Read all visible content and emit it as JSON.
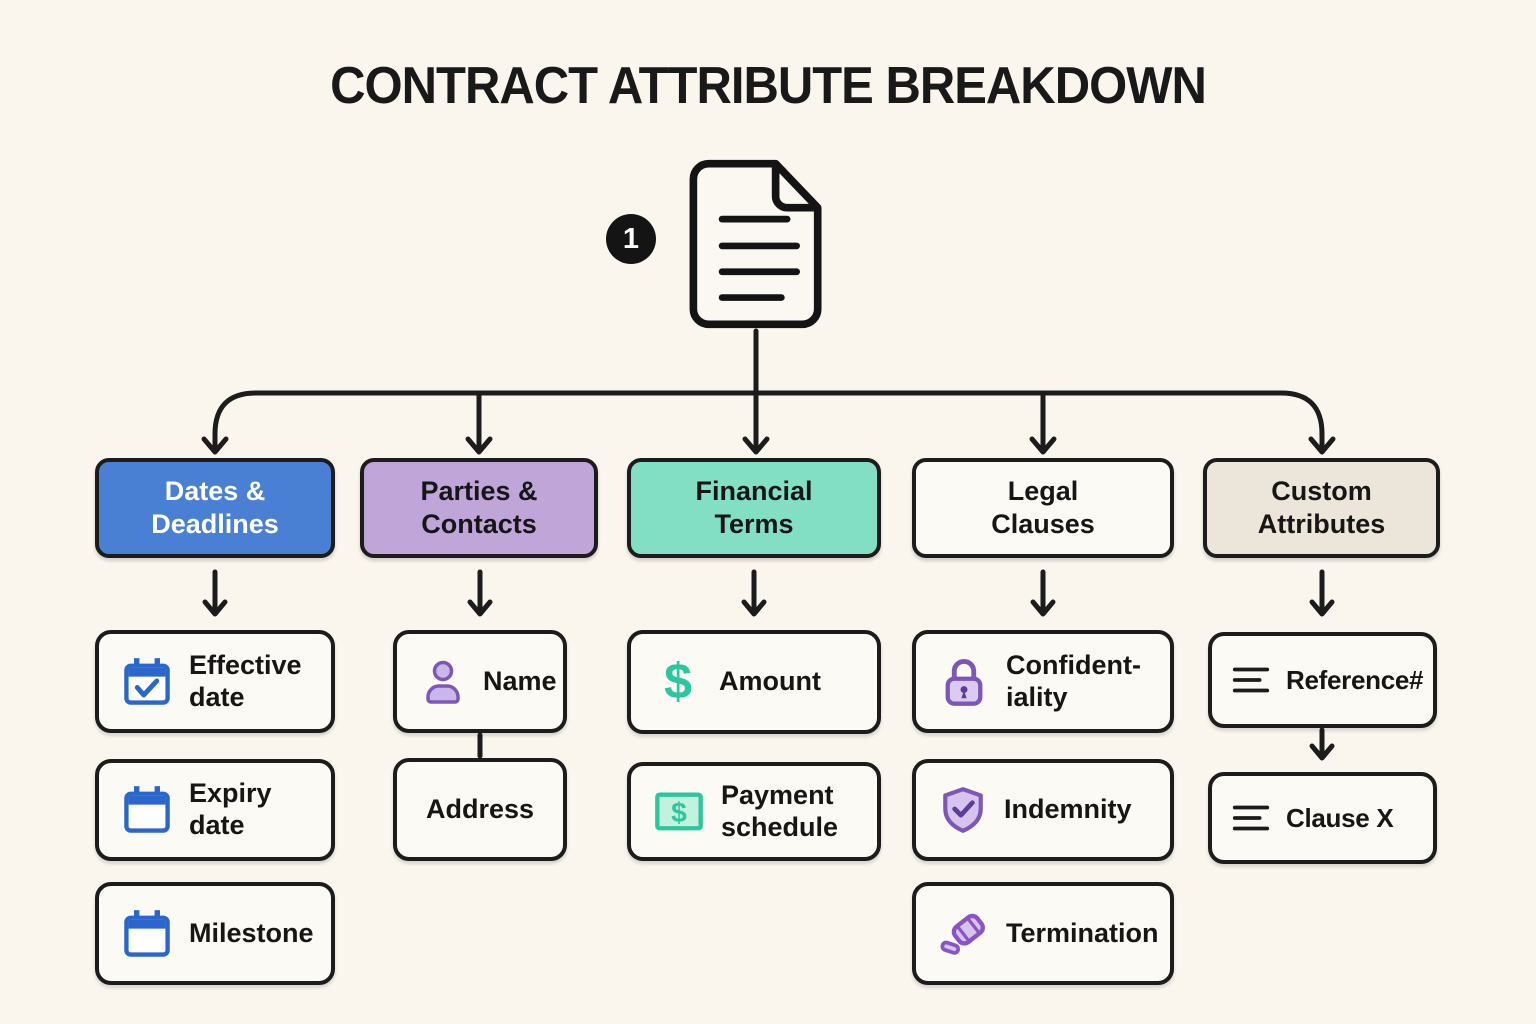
{
  "title": "CONTRACT ATTRIBUTE BREAKDOWN",
  "root_node": {
    "badge": "1",
    "icon": "contract-document-icon"
  },
  "colors": {
    "background": "#faf6ee",
    "outline": "#1c1c1c",
    "category_blue": "#4a80d4",
    "category_purple": "#c0a5d8",
    "category_teal": "#82dfc3",
    "category_white": "#fcfaf4",
    "category_beige": "#ece5d9",
    "icon_blue": "#2b66cc",
    "icon_purple": "#7d57b8",
    "icon_teal": "#2cc79e"
  },
  "columns": [
    {
      "label": "Dates & Deadlines",
      "color": "#4a80d4",
      "children": [
        {
          "label": "Effective date",
          "icon": "calendar-check-icon"
        },
        {
          "label": "Expiry date",
          "icon": "calendar-icon"
        },
        {
          "label": "Milestone",
          "icon": "calendar-icon"
        }
      ]
    },
    {
      "label": "Parties & Contacts",
      "color": "#c0a5d8",
      "children": [
        {
          "label": "Name",
          "icon": "person-icon"
        },
        {
          "label": "Address",
          "icon": ""
        }
      ]
    },
    {
      "label": "Financial Terms",
      "color": "#82dfc3",
      "children": [
        {
          "label": "Amount",
          "icon": "dollar-icon"
        },
        {
          "label": "Payment schedule",
          "icon": "banknote-icon"
        }
      ]
    },
    {
      "label": "Legal Clauses",
      "color": "#fcfaf4",
      "children": [
        {
          "label": "Confident-iality",
          "icon": "lock-icon"
        },
        {
          "label": "Indemnity",
          "icon": "shield-check-icon"
        },
        {
          "label": "Termination",
          "icon": "gavel-icon"
        }
      ]
    },
    {
      "label": "Custom Attributes",
      "color": "#ece5d9",
      "children": [
        {
          "label": "Reference#",
          "icon": "list-icon"
        },
        {
          "label": "Clause X",
          "icon": "list-icon"
        }
      ]
    }
  ]
}
